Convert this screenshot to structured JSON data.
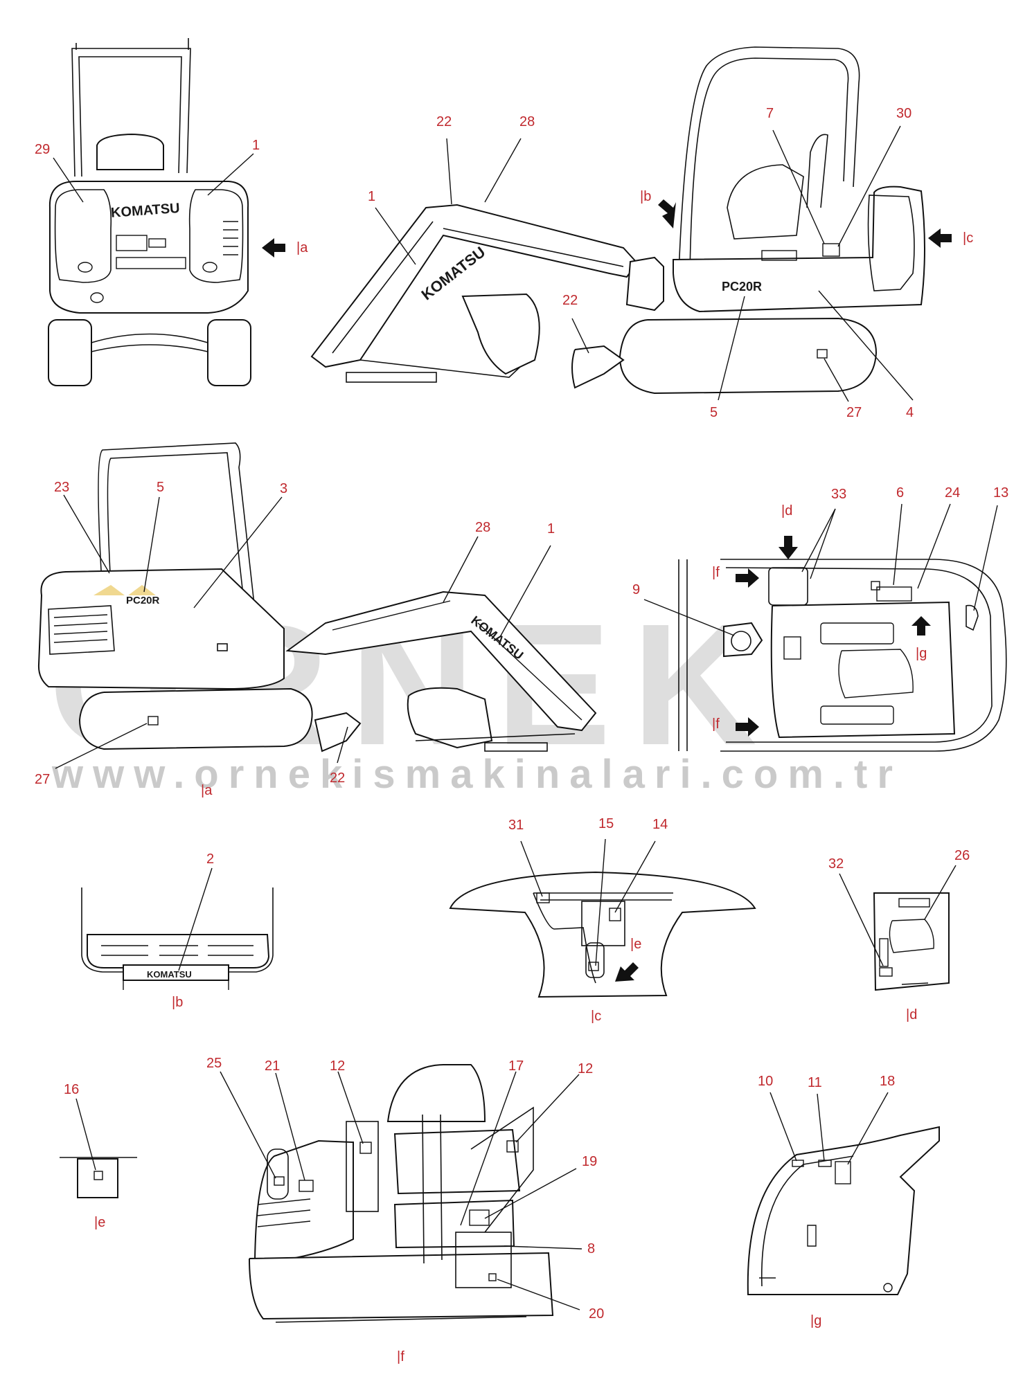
{
  "watermark": {
    "big": "ORNEK",
    "url": "www.ornekismakinalari.com.tr"
  },
  "branding": {
    "komatsu": "KOMATSU",
    "model": "PC20R"
  },
  "views": {
    "rear_top": {
      "labels": [
        "29",
        "1"
      ],
      "arrow": "|a"
    },
    "side_top": {
      "labels": [
        "22",
        "28",
        "1",
        "22",
        "5",
        "27",
        "4",
        "7",
        "30"
      ],
      "arrows": [
        "|b",
        "|c"
      ]
    },
    "side_mid": {
      "labels": [
        "23",
        "5",
        "3",
        "28",
        "1",
        "27",
        "22"
      ],
      "caption": "|a"
    },
    "plan_top": {
      "labels": [
        "33",
        "6",
        "24",
        "13",
        "9"
      ],
      "arrows": [
        "|d",
        "|f",
        "|f",
        "|g"
      ]
    },
    "view_b": {
      "labels": [
        "2"
      ],
      "caption": "|b"
    },
    "view_c": {
      "labels": [
        "31",
        "15",
        "14"
      ],
      "arrow": "|e",
      "caption": "|c"
    },
    "view_d": {
      "labels": [
        "32",
        "26"
      ],
      "caption": "|d"
    },
    "view_e": {
      "labels": [
        "16"
      ],
      "caption": "|e"
    },
    "view_f": {
      "labels": [
        "25",
        "21",
        "12",
        "17",
        "12",
        "19",
        "8",
        "20"
      ],
      "caption": "|f"
    },
    "view_g": {
      "labels": [
        "10",
        "11",
        "18"
      ],
      "caption": "|g"
    }
  }
}
